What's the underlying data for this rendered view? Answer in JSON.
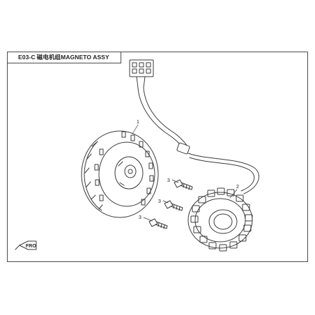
{
  "diagram": {
    "code": "E03-C",
    "title": "磁电机组MAGNETO  ASSY",
    "callouts": [
      {
        "id": "flywheel",
        "label": "1"
      },
      {
        "id": "stator",
        "label": "2"
      },
      {
        "id": "bolt-top",
        "label": "3"
      },
      {
        "id": "bolt-mid",
        "label": "3"
      },
      {
        "id": "bolt-low",
        "label": "3"
      }
    ],
    "direction_badge": "FRO",
    "colors": {
      "line": "#3a3a3a",
      "frame": "#4a4a4a",
      "background": "#ffffff"
    }
  }
}
